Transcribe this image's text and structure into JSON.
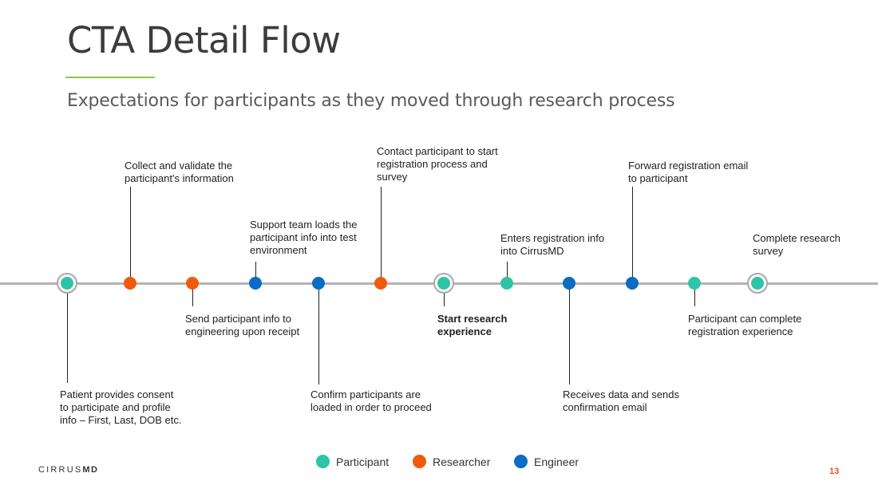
{
  "title": "CTA Detail Flow",
  "subtitle": "Expectations for participants as they moved through research process",
  "colors": {
    "participant": "#2ec4a6",
    "researcher": "#f15a0d",
    "engineer": "#0b6cc4",
    "title_rule": "#8cc63f",
    "timeline": "#b4b4b4",
    "page_number": "#e8541a"
  },
  "steps": [
    {
      "role": "participant",
      "milestone": true,
      "label": "Patient provides consent\nto participate and profile\ninfo – First, Last, DOB etc.",
      "bold": false
    },
    {
      "role": "researcher",
      "milestone": false,
      "label": "Collect and validate the\nparticipant's information",
      "bold": false
    },
    {
      "role": "researcher",
      "milestone": false,
      "label": "Send participant info to\nengineering upon receipt",
      "bold": false
    },
    {
      "role": "engineer",
      "milestone": false,
      "label": "Support team loads the\nparticipant info into test\nenvironment",
      "bold": false
    },
    {
      "role": "engineer",
      "milestone": false,
      "label": "Confirm participants are\nloaded in order to proceed",
      "bold": false
    },
    {
      "role": "researcher",
      "milestone": false,
      "label": "Contact participant to start\nregistration process and\nsurvey",
      "bold": false
    },
    {
      "role": "participant",
      "milestone": true,
      "label": "Start research\nexperience",
      "bold": true
    },
    {
      "role": "participant",
      "milestone": false,
      "label": "Enters registration info\ninto CirrusMD",
      "bold": false
    },
    {
      "role": "engineer",
      "milestone": false,
      "label": "Receives data and sends\nconfirmation email",
      "bold": false
    },
    {
      "role": "engineer",
      "milestone": false,
      "label": "Forward registration email\nto participant",
      "bold": false
    },
    {
      "role": "participant",
      "milestone": false,
      "label": "Participant can complete\nregistration experience",
      "bold": false
    },
    {
      "role": "participant",
      "milestone": true,
      "label": "Complete research\nsurvey",
      "bold": false
    }
  ],
  "legend": [
    {
      "role": "participant",
      "label": "Participant"
    },
    {
      "role": "researcher",
      "label": "Researcher"
    },
    {
      "role": "engineer",
      "label": "Engineer"
    }
  ],
  "footer": {
    "logo_text": "CIRRUS",
    "logo_bold": "MD",
    "page_number": "13"
  }
}
